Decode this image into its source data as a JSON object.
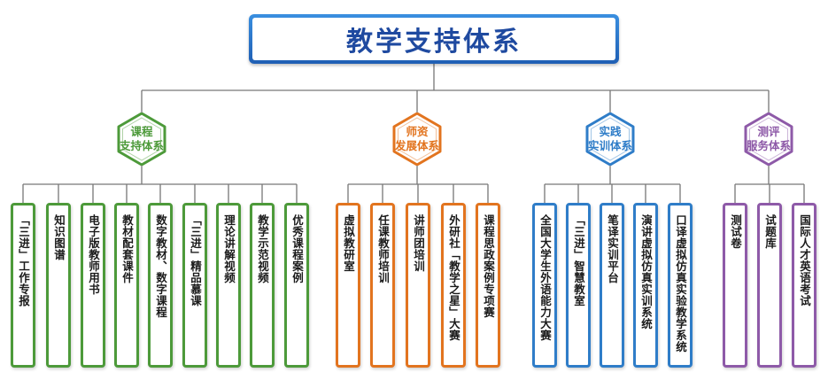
{
  "title": "教学支持体系",
  "colors": {
    "title_border": "#2a6fc8",
    "title_text": "#1f4aa0",
    "connector": "#777777",
    "green": "#4d9a3a",
    "orange": "#e2741f",
    "blue": "#2f7dc8",
    "purple": "#8e5aa8"
  },
  "categories": [
    {
      "key": "green",
      "line1": "课程",
      "line2": "支持体系",
      "items": [
        "「三进」工作专报",
        "知识图谱",
        "电子版教师用书",
        "教材配套课件",
        "数字教材、数字课程",
        "「三进」精品慕课",
        "理论讲解视频",
        "教学示范视频",
        "优秀课程案例"
      ]
    },
    {
      "key": "orange",
      "line1": "师资",
      "line2": "发展体系",
      "items": [
        "虚拟教研室",
        "任课教师培训",
        "讲师团培训",
        "外研社「教学之星」大赛",
        "课程思政案例专项赛"
      ]
    },
    {
      "key": "blue",
      "line1": "实践",
      "line2": "实训体系",
      "items": [
        "全国大学生外语能力大赛",
        "「三进」智慧教室",
        "笔译实训平台",
        "演讲虚拟仿真实训系统",
        "口译虚拟仿真实验教学系统"
      ]
    },
    {
      "key": "purple",
      "line1": "测评",
      "line2": "服务体系",
      "items": [
        "测试卷",
        "试题库",
        "国际人才英语考试"
      ]
    }
  ]
}
